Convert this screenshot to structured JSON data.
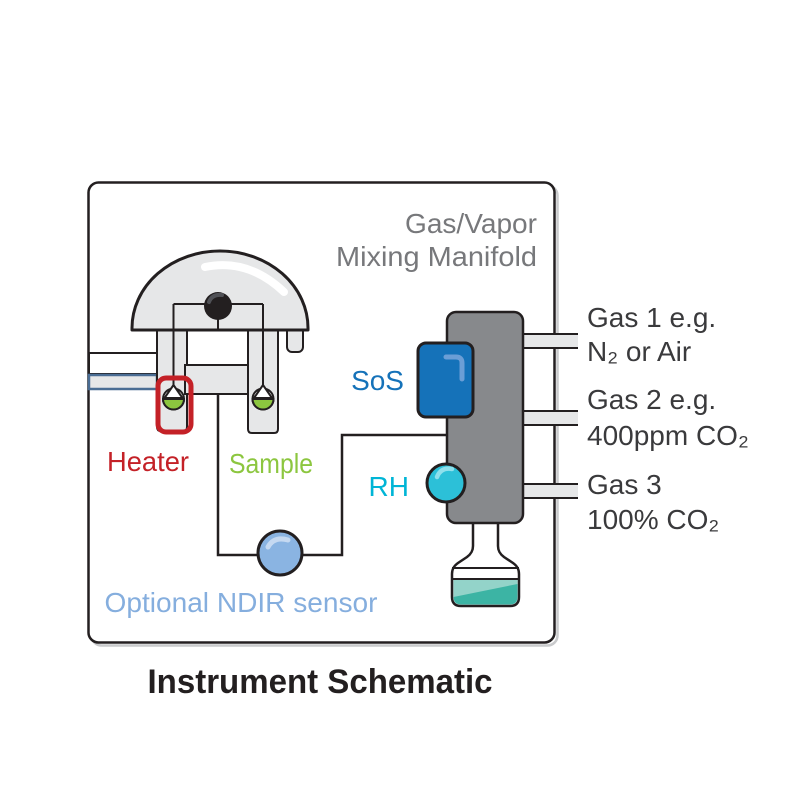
{
  "diagram": {
    "title": "Instrument Schematic",
    "manifold_label": {
      "line1": "Gas/Vapor",
      "line2": "Mixing Manifold"
    },
    "components": {
      "heater": "Heater",
      "sample": "Sample",
      "sos_sensor": "SoS",
      "rh_sensor": "RH",
      "ndir_sensor": "Optional NDIR sensor"
    },
    "gas_inputs": [
      {
        "line1": "Gas 1 e.g.",
        "line2": "N₂ or Air"
      },
      {
        "line1": "Gas 2 e.g.",
        "line2": "400ppm CO₂"
      },
      {
        "line1": "Gas 3",
        "line2": "100% CO₂"
      }
    ],
    "colors": {
      "outline": "#231f20",
      "heater_red": "#c42127",
      "sample_green": "#8cc63f",
      "sos_blue": "#1572b9",
      "rh_cyan": "#2cc0d8",
      "rh_text_cyan": "#00b5d6",
      "ndir_blue": "#8ab4e2",
      "ndir_text_blue": "#85aede",
      "manifold_gray": "#87898c",
      "label_gray": "#77787b",
      "gas_text": "#3a3a3c",
      "component_fill": "#e6e7e8",
      "tube_outline_blue": "#4a6d94",
      "liquid_teal": "#3cb4a4",
      "liquid_teal_light": "#93d3c9"
    }
  }
}
